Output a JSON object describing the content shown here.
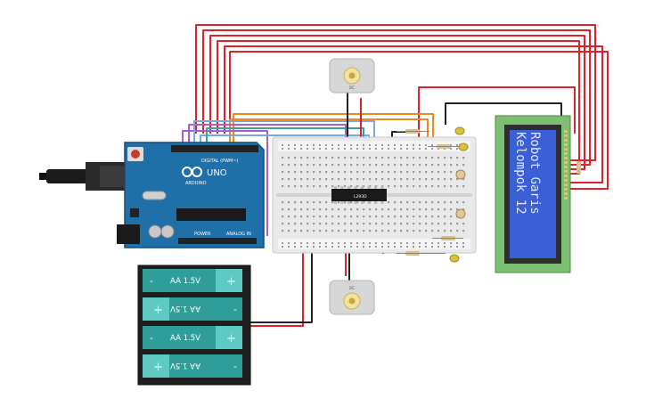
{
  "arduino": {
    "brand": "ARDUINO",
    "model": "UNO",
    "header_digital": "DIGITAL (PWM~)",
    "header_power": "POWER",
    "header_analog": "ANALOG IN"
  },
  "driver_chip": {
    "label": "L293D"
  },
  "motors": [
    {
      "label": "DC"
    },
    {
      "label": "DC"
    }
  ],
  "lcd": {
    "line1": "Robot Garis",
    "line2": "Kelompok 12"
  },
  "batteries": [
    {
      "label": "AA 1.5V",
      "flipped": false
    },
    {
      "label": "AA 1.5V",
      "flipped": true
    },
    {
      "label": "AA 1.5V",
      "flipped": false
    },
    {
      "label": "AA 1.5V",
      "flipped": true
    }
  ],
  "battery_signs": {
    "plus": "+",
    "minus": "-"
  },
  "colors": {
    "arduino_board": "#1f6fa8",
    "breadboard": "#e9e9e9",
    "lcd_board": "#7dbf72",
    "lcd_screen": "#3b5fd6",
    "battery": "#2f9e9a",
    "wire_red": "#e0202a",
    "wire_black": "#222222",
    "wire_orange": "#ee8a1a",
    "wire_purple": "#b05ad0",
    "wire_blue": "#7aa8e0",
    "wire_teal": "#3aa0a0",
    "led_yellow": "#d8c23a"
  }
}
